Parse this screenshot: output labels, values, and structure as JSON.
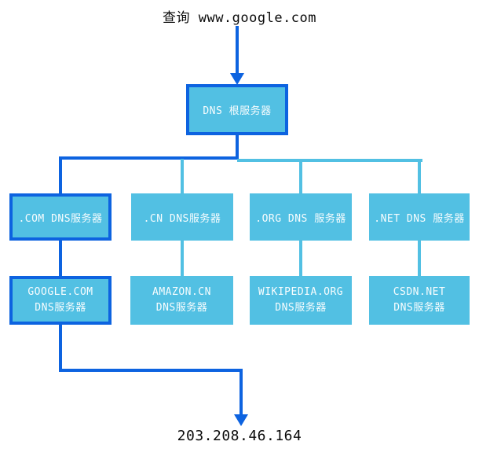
{
  "query": {
    "label": "查询 www.google.com"
  },
  "root": {
    "label": "DNS 根服务器"
  },
  "tld": {
    "com": {
      "label": ".COM DNS服务器"
    },
    "cn": {
      "label": ".CN DNS服务器"
    },
    "org": {
      "label": ".ORG DNS 服务器"
    },
    "net": {
      "label": ".NET DNS 服务器"
    }
  },
  "authoritative": {
    "google": {
      "line1": "GOOGLE.COM",
      "line2": "DNS服务器"
    },
    "amazon": {
      "line1": "AMAZON.CN",
      "line2": "DNS服务器"
    },
    "wikipedia": {
      "line1": "WIKIPEDIA.ORG",
      "line2": "DNS服务器"
    },
    "csdn": {
      "line1": "CSDN.NET",
      "line2": "DNS服务器"
    }
  },
  "result": {
    "ip": "203.208.46.164"
  },
  "colors": {
    "highlight_path": "#0d63e0",
    "secondary_path": "#52c0e3",
    "node_fill": "#52c0e3",
    "node_text": "#ffffff",
    "label_text": "#000000"
  }
}
